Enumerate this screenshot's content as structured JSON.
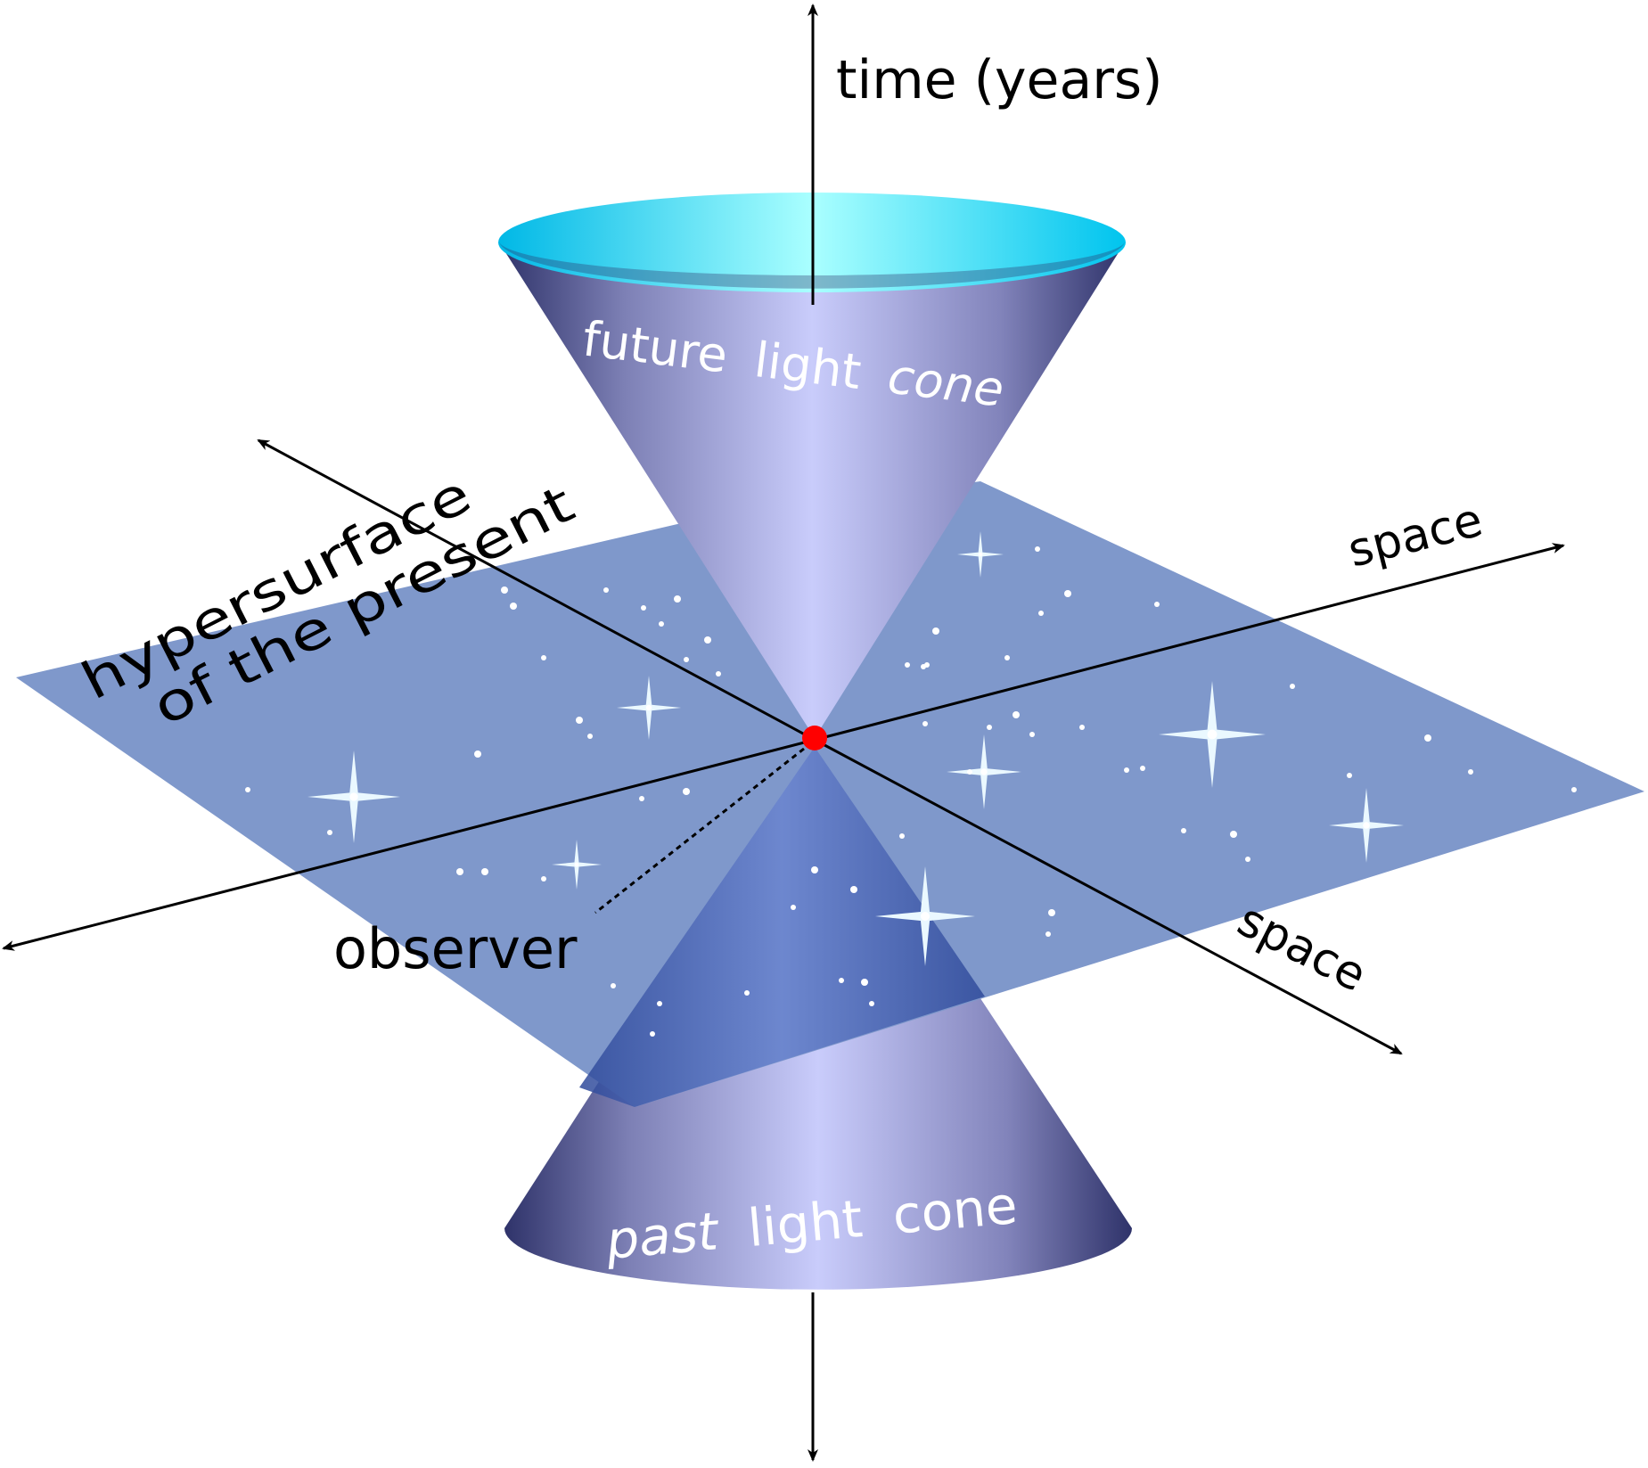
{
  "labels": {
    "time_axis": "time (years)",
    "space_right": "space",
    "space_lower_right": "space",
    "observer": "observer",
    "hypersurface_line1": "hypersurface",
    "hypersurface_line2": "of the present",
    "future_cone_word1": "future",
    "future_cone_word2": "light",
    "future_cone_word3": "cone",
    "past_cone_word1": "past",
    "past_cone_word2": "light",
    "past_cone_word3": "cone"
  },
  "colors": {
    "plane": "#7f98cb",
    "plane_dark": "#5a74b8",
    "cone_edge": "#2f336a",
    "cone_center": "#c9ccfb",
    "cone_rim_edge": "#00c4ee",
    "cone_rim_center": "#aaffff",
    "observer_dot": "#ff0000",
    "axis": "#000000",
    "star": "#eaf8ff"
  },
  "icons": {
    "observer_point": "red-dot-icon",
    "stars": "sparkle-star-icon"
  }
}
